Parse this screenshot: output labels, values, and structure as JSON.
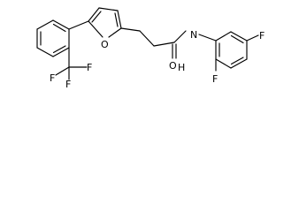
{
  "molecule": {
    "atoms": {
      "f1": "F",
      "f2": "F",
      "f3": "F",
      "furan_o": "O",
      "carbonyl_o": "O",
      "amide_n": "N",
      "amide_h": "H",
      "ortho_f": "F",
      "para_f": "F"
    }
  }
}
